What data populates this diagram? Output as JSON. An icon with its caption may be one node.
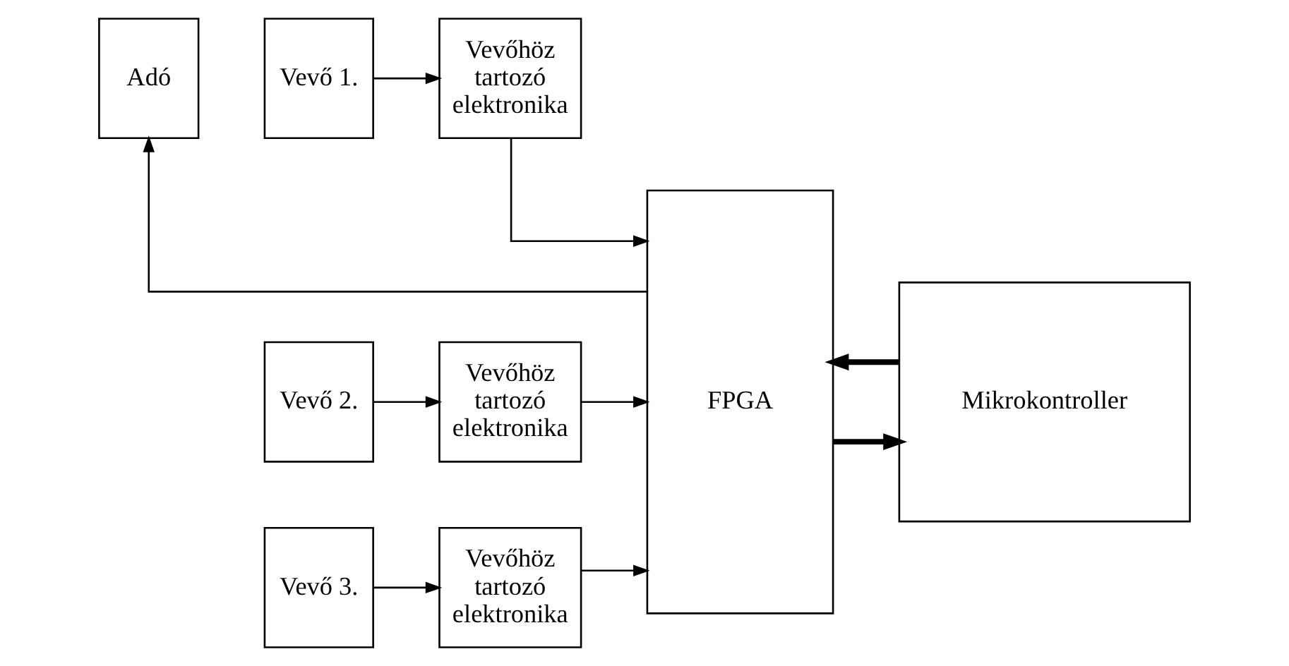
{
  "diagram": {
    "nodes": [
      {
        "text": [
          "Adó"
        ]
      },
      {
        "text": [
          "Vevő 1."
        ]
      },
      {
        "text": [
          "Vevőhöz tartozó elektronika"
        ]
      },
      {
        "text": [
          "Vevő 2."
        ]
      },
      {
        "text": [
          "Vevőhöz tartozó elektronika"
        ]
      },
      {
        "text": [
          "Vevő 3."
        ]
      },
      {
        "text": [
          "Vevőhöz tartozó elektronika"
        ]
      },
      {
        "text": [
          "FPGA"
        ]
      },
      {
        "text": [
          "Mikrokontroller"
        ]
      }
    ],
    "edges": [
      {
        "from": 7,
        "to": 0,
        "arrow": "to"
      },
      {
        "from": 1,
        "to": 2,
        "arrow": "to"
      },
      {
        "from": 2,
        "to": 7,
        "arrow": "to"
      },
      {
        "from": 3,
        "to": 4,
        "arrow": "to"
      },
      {
        "from": 4,
        "to": 7,
        "arrow": "to"
      },
      {
        "from": 5,
        "to": 6,
        "arrow": "to"
      },
      {
        "from": 6,
        "to": 7,
        "arrow": "to"
      },
      {
        "from": 7,
        "to": 8,
        "arrow": "to",
        "style": "thick"
      },
      {
        "from": 8,
        "to": 7,
        "arrow": "to",
        "style": "thick"
      }
    ]
  }
}
